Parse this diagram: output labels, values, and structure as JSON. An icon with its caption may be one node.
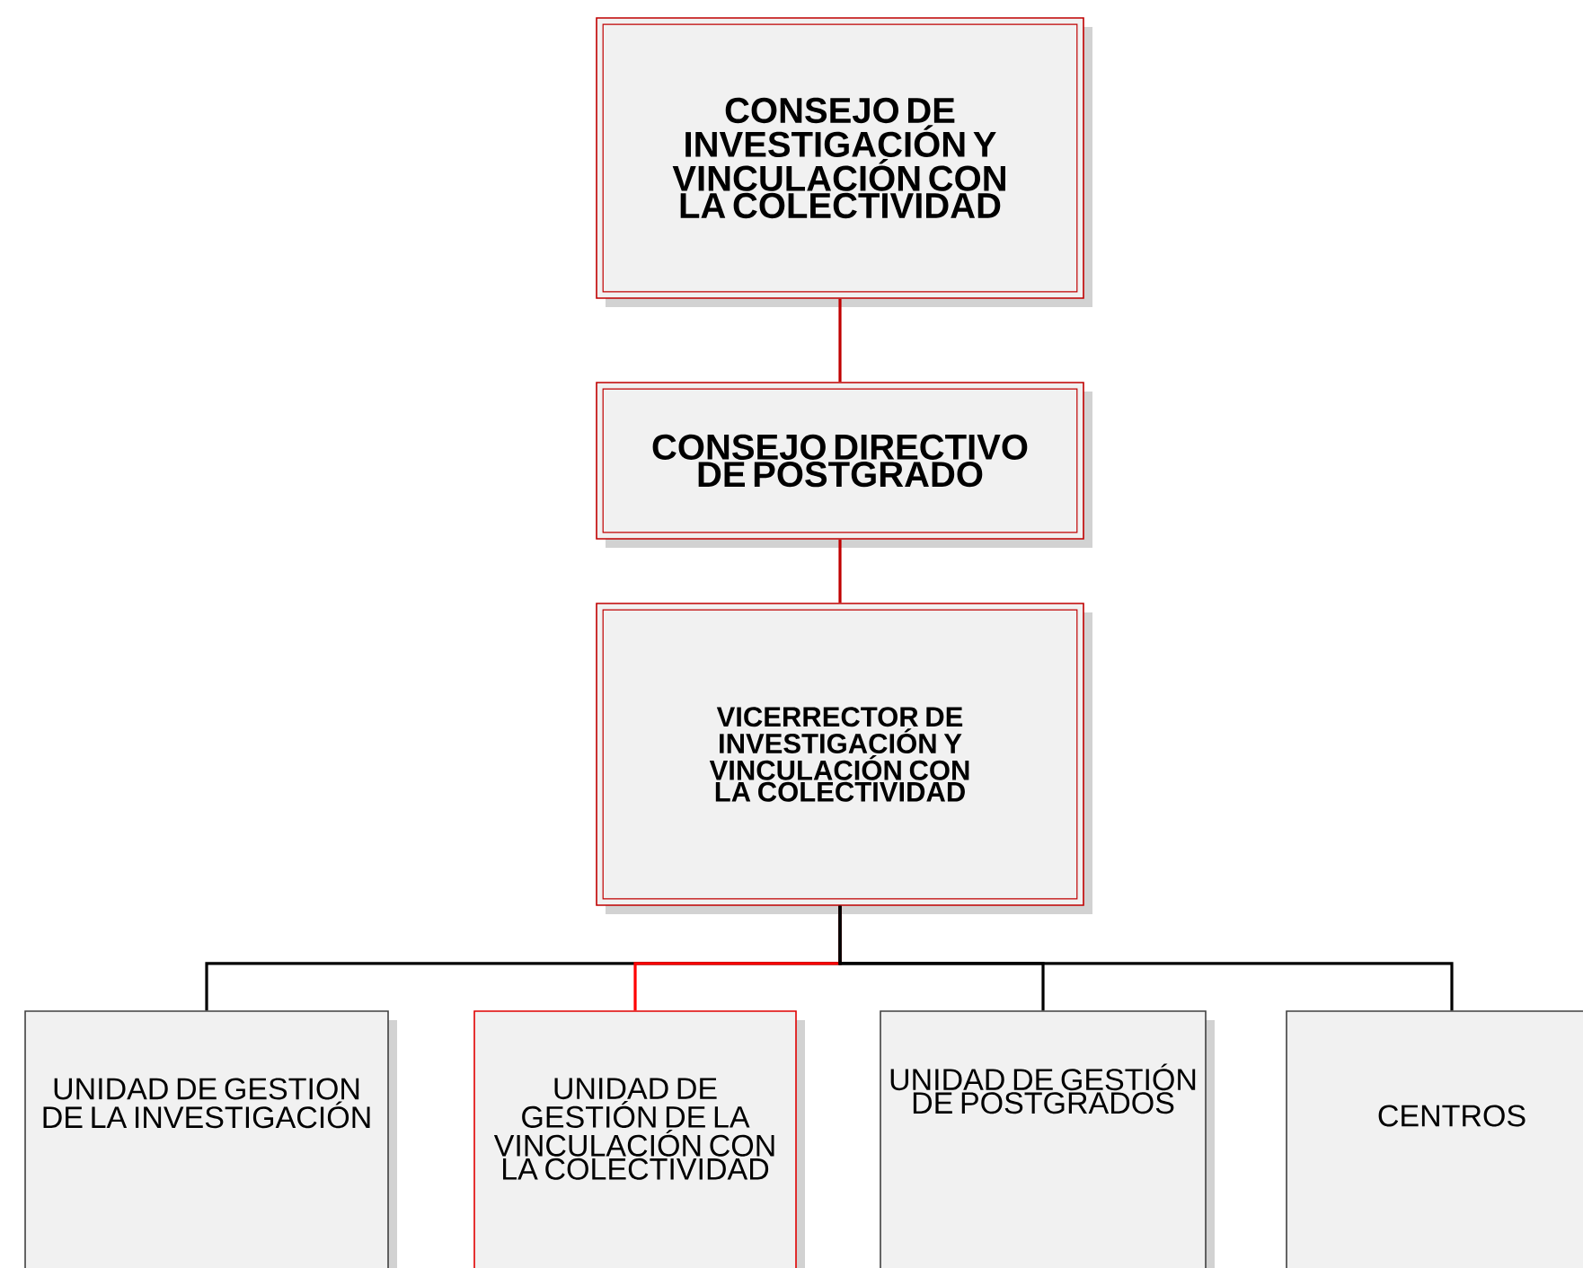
{
  "diagram": {
    "nodes": [
      {
        "text": [
          "CONSEJO DE INVESTIGACIÓN Y VINCULACIÓN CON LA COLECTIVIDAD"
        ]
      },
      {
        "text": [
          "CONSEJO DIRECTIVO DE POSTGRADO"
        ]
      },
      {
        "text": [
          "VICERRECTOR DE INVESTIGACIÓN Y VINCULACIÓN CON LA COLECTIVIDAD"
        ]
      },
      {
        "text": [
          "UNIDAD DE GESTION DE LA INVESTIGACIÓN"
        ]
      },
      {
        "text": [
          "UNIDAD DE GESTIÓN DE LA VINCULACIÓN CON LA COLECTIVIDAD"
        ]
      },
      {
        "text": [
          "UNIDAD DE GESTIÓN DE POSTGRADOS"
        ]
      },
      {
        "text": [
          "CENTROS"
        ]
      }
    ],
    "edges": [
      {
        "from": 0,
        "to": 1,
        "arrow": "none",
        "color": "#c00000"
      },
      {
        "from": 1,
        "to": 2,
        "arrow": "none",
        "color": "#c00000"
      },
      {
        "from": 2,
        "to": 3,
        "arrow": "none"
      },
      {
        "from": 2,
        "to": 4,
        "arrow": "none",
        "color": "#ff0000"
      },
      {
        "from": 2,
        "to": 5,
        "arrow": "none"
      },
      {
        "from": 2,
        "to": 6,
        "arrow": "none"
      }
    ]
  }
}
